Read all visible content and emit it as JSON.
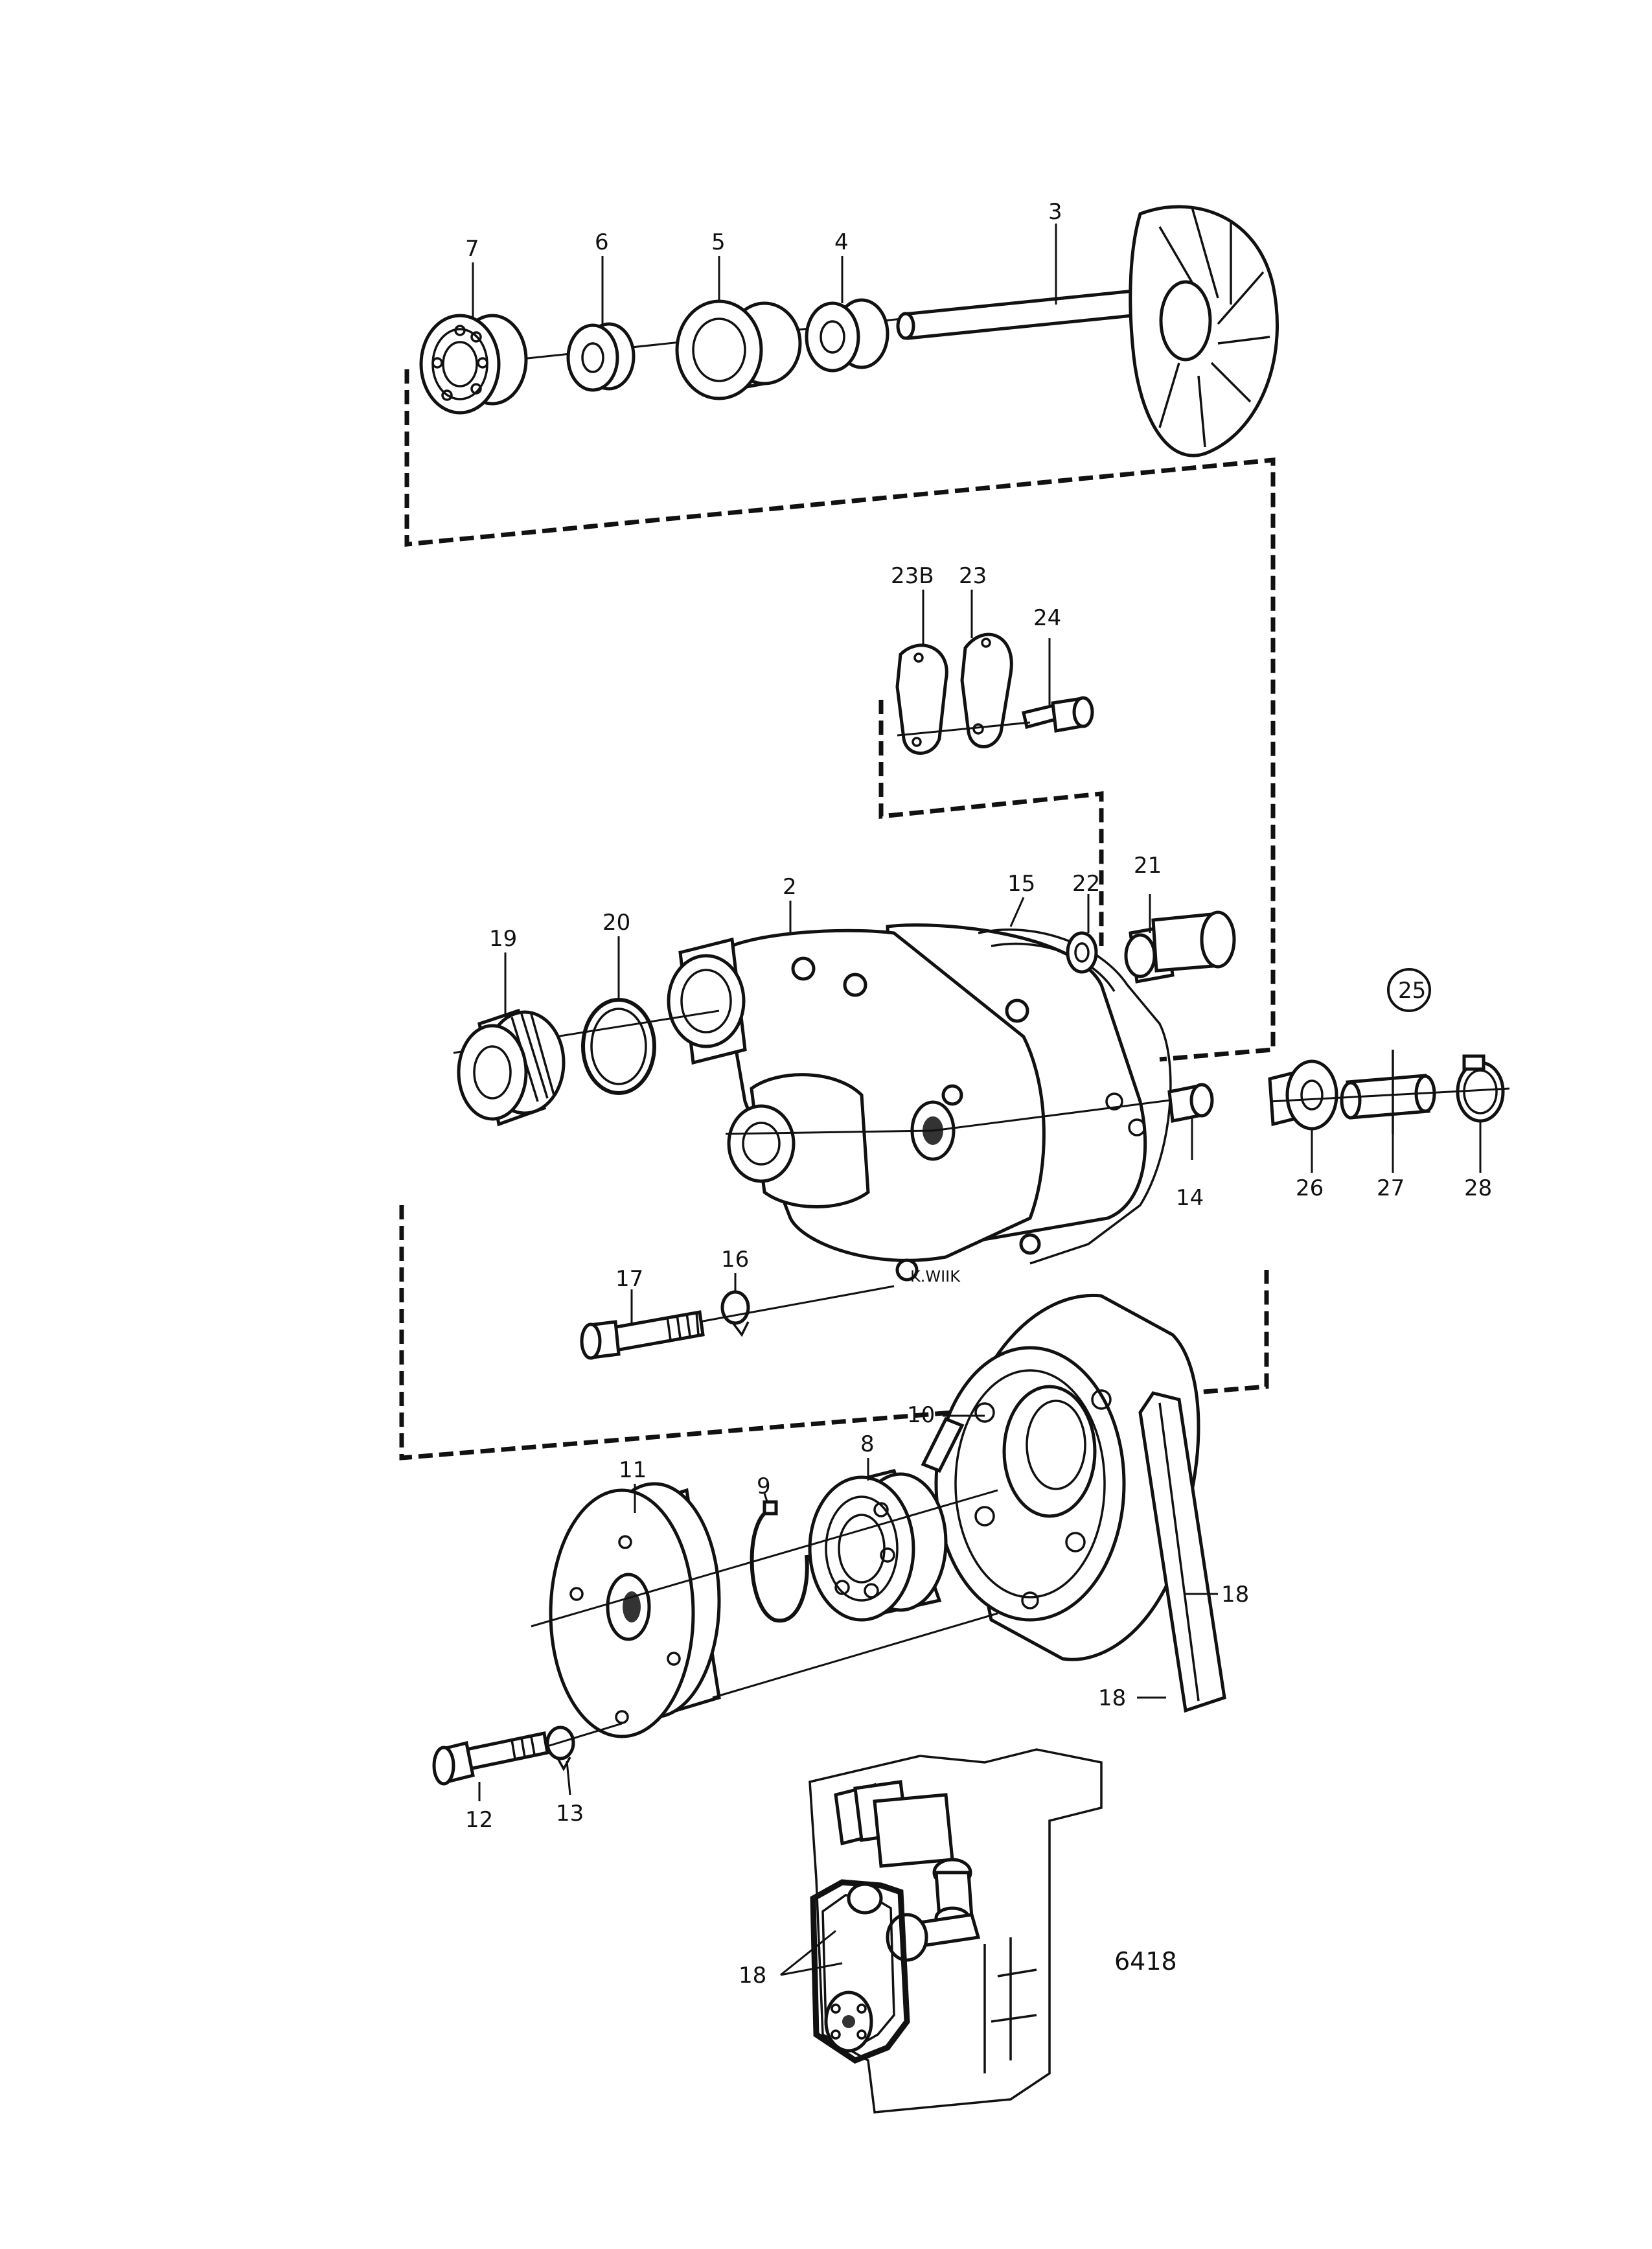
{
  "figure_number": "6418",
  "signature": "K.WIIK",
  "callouts": {
    "p2": "2",
    "p3": "3",
    "p4": "4",
    "p5": "5",
    "p6": "6",
    "p7": "7",
    "p8": "8",
    "p9": "9",
    "p10": "10",
    "p11": "11",
    "p12": "12",
    "p13": "13",
    "p14": "14",
    "p15": "15",
    "p16": "16",
    "p17": "17",
    "p18a": "18",
    "p18b": "18",
    "p18c": "18",
    "p19": "19",
    "p20": "20",
    "p21": "21",
    "p22": "22",
    "p23": "23",
    "p23b": "23B",
    "p24": "24",
    "p25": "25",
    "p26": "26",
    "p27": "27",
    "p28": "28"
  }
}
